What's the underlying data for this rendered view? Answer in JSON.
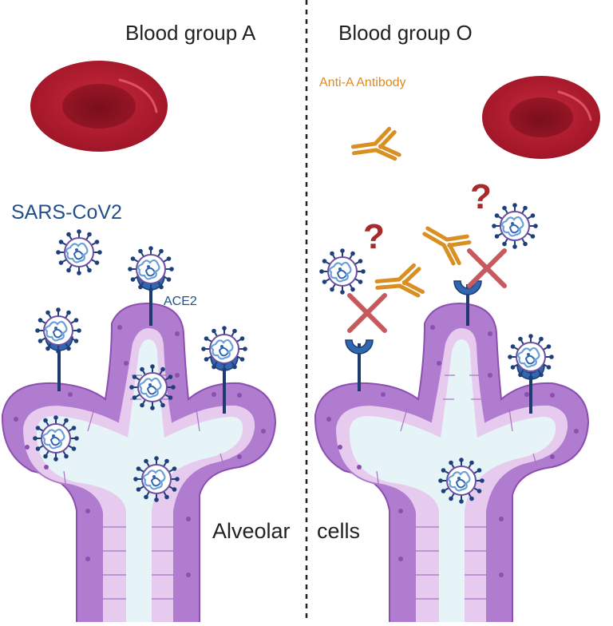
{
  "panels": {
    "left_title": "Blood group A",
    "right_title": "Blood group O"
  },
  "labels": {
    "virus": "SARS-CoV2",
    "receptor": "ACE2",
    "antibody": "Anti-A Antibody",
    "alveolar": "Alveolar",
    "cells": "cells",
    "question": "?"
  },
  "colors": {
    "rbc": "#b01c2e",
    "rbc_dark": "#7e0f1e",
    "virus_dark": "#1f3f7a",
    "virus_light": "#6aa0d8",
    "receptor": "#1e3a6e",
    "receptor_cap": "#2f68b0",
    "antibody": "#d89022",
    "cross": "#c65a5e",
    "question": "#a92a2a",
    "cell_membrane": "#b07ccf",
    "cell_fill": "#e6cbee",
    "nucleus": "#8b4fb0",
    "lumen": "#e6f4f8",
    "text_blue": "#1f4f8c",
    "text_orange": "#de8a1e"
  },
  "icons": {
    "blood_cell": "red-blood-cell-icon",
    "virus": "coronavirus-icon",
    "receptor": "ace2-receptor-icon",
    "antibody": "y-shaped-antibody-icon",
    "block": "red-x-icon",
    "question": "question-mark-icon"
  }
}
